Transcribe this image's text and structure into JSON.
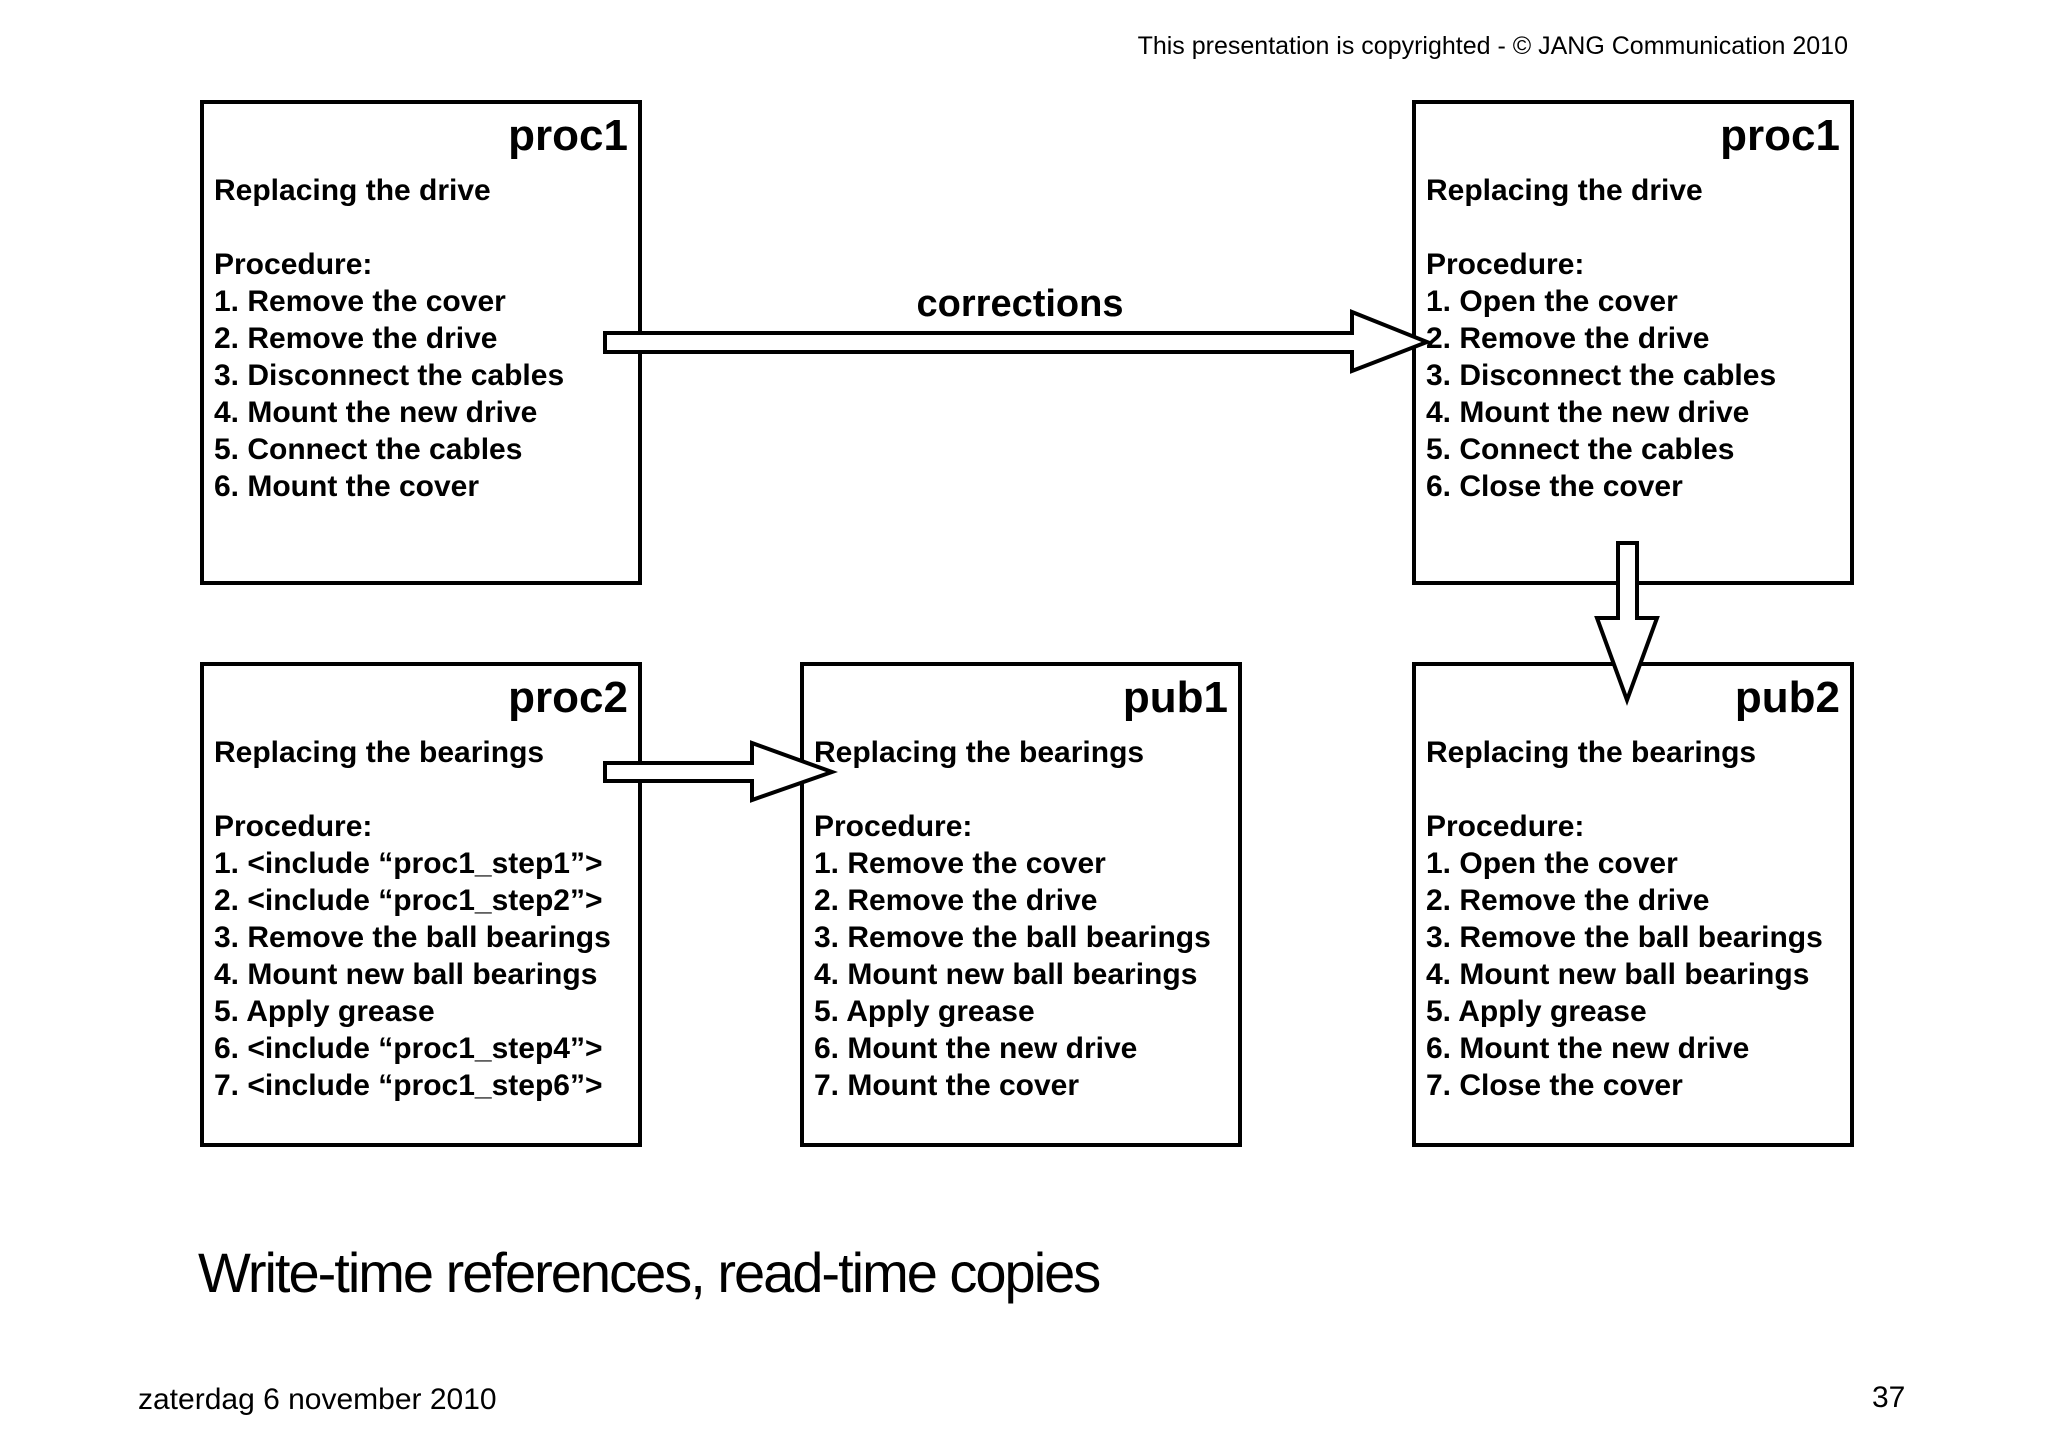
{
  "slide": {
    "copyright": "This presentation is copyrighted - © JANG Communication 2010",
    "title": "Write-time references, read-time copies",
    "date": "zaterdag 6 november 2010",
    "page_number": "37"
  },
  "corrections_label": "corrections",
  "boxes": [
    {
      "title": "proc1",
      "subtitle": "Replacing the drive",
      "procedure_label": "Procedure:",
      "steps": [
        "1. Remove the cover",
        "2. Remove the drive",
        "3. Disconnect the cables",
        "4. Mount the new drive",
        "5. Connect the cables",
        "6. Mount the cover"
      ]
    },
    {
      "title": "proc1",
      "subtitle": "Replacing the drive",
      "procedure_label": "Procedure:",
      "steps": [
        "1. Open the cover",
        "2. Remove the drive",
        "3. Disconnect the cables",
        "4. Mount the new drive",
        "5. Connect the cables",
        "6. Close the cover"
      ]
    },
    {
      "title": "proc2",
      "subtitle": "Replacing the bearings",
      "procedure_label": "Procedure:",
      "steps": [
        "1. <include “proc1_step1”>",
        "2. <include “proc1_step2”>",
        "3. Remove the ball bearings",
        "4. Mount new ball bearings",
        "5. Apply grease",
        "6. <include “proc1_step4”>",
        "7. <include “proc1_step6”>"
      ]
    },
    {
      "title": "pub1",
      "subtitle": "Replacing the bearings",
      "procedure_label": "Procedure:",
      "steps": [
        "1. Remove the cover",
        "2. Remove the drive",
        "3. Remove the ball bearings",
        "4. Mount new ball bearings",
        "5. Apply grease",
        "6. Mount the new drive",
        "7. Mount the cover"
      ]
    },
    {
      "title": "pub2",
      "subtitle": "Replacing the bearings",
      "procedure_label": "Procedure:",
      "steps": [
        "1. Open the cover",
        "2. Remove the drive",
        "3. Remove the ball bearings",
        "4. Mount new ball bearings",
        "5. Apply grease",
        "6. Mount the new drive",
        "7. Close the cover"
      ]
    }
  ],
  "colors": {
    "ink": "#000000",
    "background": "#ffffff"
  }
}
